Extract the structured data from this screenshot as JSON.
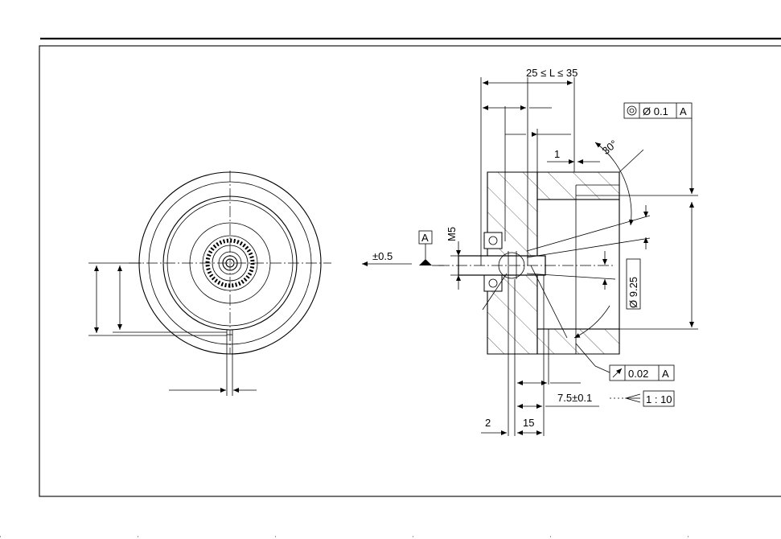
{
  "dimensions": {
    "length_range": "25 ≤ L ≤ 35",
    "edge_1": "1",
    "angle": "30°",
    "axial_tol": "±0.5",
    "thread": "M5",
    "diameter": "Ø 9.25",
    "depth": "7.5±0.1",
    "dim_2": "2",
    "dim_15": "15"
  },
  "tolerance_frames": {
    "concentricity": {
      "symbol": "◎",
      "value": "Ø 0.1",
      "datum": "A"
    },
    "runout": {
      "symbol": "↗",
      "value": "0.02",
      "datum": "A"
    },
    "taper": {
      "symbol": "taper",
      "value": "1 : 10"
    }
  },
  "datum": {
    "label": "A"
  }
}
